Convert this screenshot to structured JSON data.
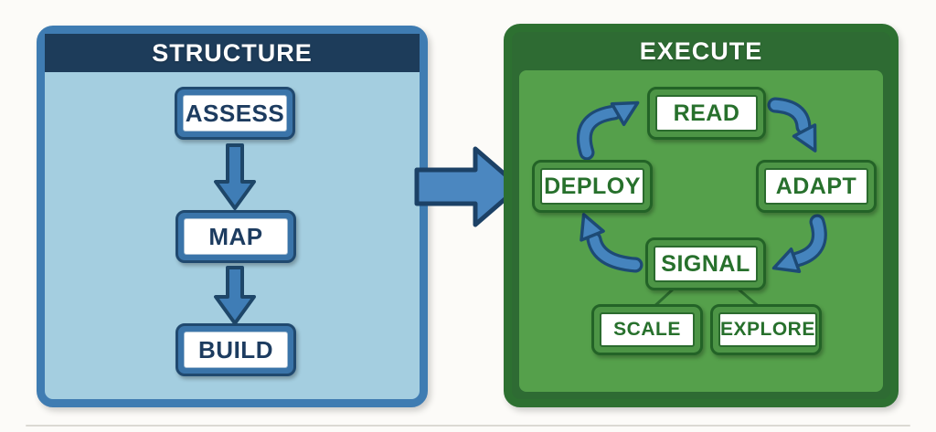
{
  "diagram": {
    "background_color": "#fcfbf8",
    "left_panel": {
      "title": "STRUCTURE",
      "steps": [
        {
          "label": "ASSESS"
        },
        {
          "label": "MAP"
        },
        {
          "label": "BUILD"
        }
      ],
      "colors": {
        "panel_border": "#3f7cb2",
        "header_bg": "#1d3c5a",
        "body_bg": "#a4cee0",
        "node_frame": "#3a74a9",
        "node_text": "#1d3c60",
        "arrow_fill": "#3f7db6",
        "title_text": "#ffffff"
      }
    },
    "connector_arrow": {
      "direction": "left-to-right",
      "fill": "#4b87c0",
      "outline": "#1c4166"
    },
    "right_panel": {
      "title": "EXECUTE",
      "cycle_steps": [
        {
          "label": "READ"
        },
        {
          "label": "ADAPT"
        },
        {
          "label": "SIGNAL"
        },
        {
          "label": "DEPLOY"
        }
      ],
      "branch_steps": [
        {
          "label": "SCALE"
        },
        {
          "label": "EXPLORE"
        }
      ],
      "colors": {
        "panel_border": "#2d7031",
        "header_bg": "#2e6b33",
        "body_bg": "#55a04b",
        "node_frame": "#4d9546",
        "node_text": "#27702c",
        "cycle_arrow_fill": "#4584be",
        "title_text": "#ffffff"
      }
    }
  }
}
